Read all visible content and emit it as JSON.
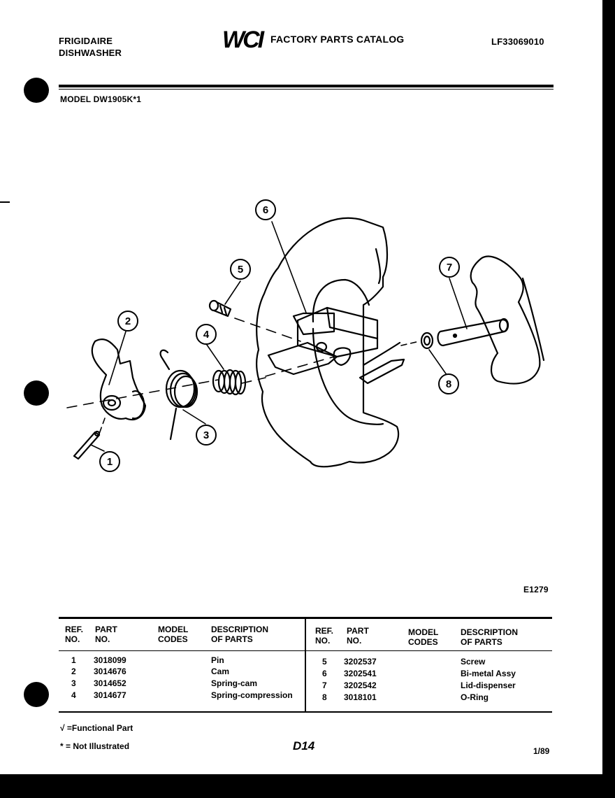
{
  "header": {
    "brand_line1": "FRIGIDAIRE",
    "brand_line2": "DISHWASHER",
    "logo_text": "WCI",
    "catalog_title": "FACTORY PARTS CATALOG",
    "catalog_number": "LF33069010",
    "model_label": "MODEL DW1905K*1"
  },
  "diagram": {
    "callouts": [
      "6",
      "5",
      "7",
      "2",
      "4",
      "8",
      "3",
      "1"
    ],
    "figure_id": "E1279"
  },
  "table": {
    "headers": {
      "ref_no": "REF. NO.",
      "part_no": "PART NO.",
      "model_codes": "MODEL CODES",
      "description": "DESCRIPTION OF PARTS"
    },
    "left_rows": [
      {
        "ref": "1",
        "part": "3018099",
        "desc": "Pin"
      },
      {
        "ref": "2",
        "part": "3014676",
        "desc": "Cam"
      },
      {
        "ref": "3",
        "part": "3014652",
        "desc": "Spring-cam"
      },
      {
        "ref": "4",
        "part": "3014677",
        "desc": "Spring-compression"
      }
    ],
    "right_rows": [
      {
        "ref": "5",
        "part": "3202537",
        "desc": "Screw"
      },
      {
        "ref": "6",
        "part": "3202541",
        "desc": "Bi-metal Assy"
      },
      {
        "ref": "7",
        "part": "3202542",
        "desc": "Lid-dispenser"
      },
      {
        "ref": "8",
        "part": "3018101",
        "desc": "O-Ring"
      }
    ]
  },
  "footer": {
    "functional_note": "√ =Functional Part",
    "not_illustrated_note": "* = Not Illustrated",
    "page_code": "D14",
    "date": "1/89"
  }
}
